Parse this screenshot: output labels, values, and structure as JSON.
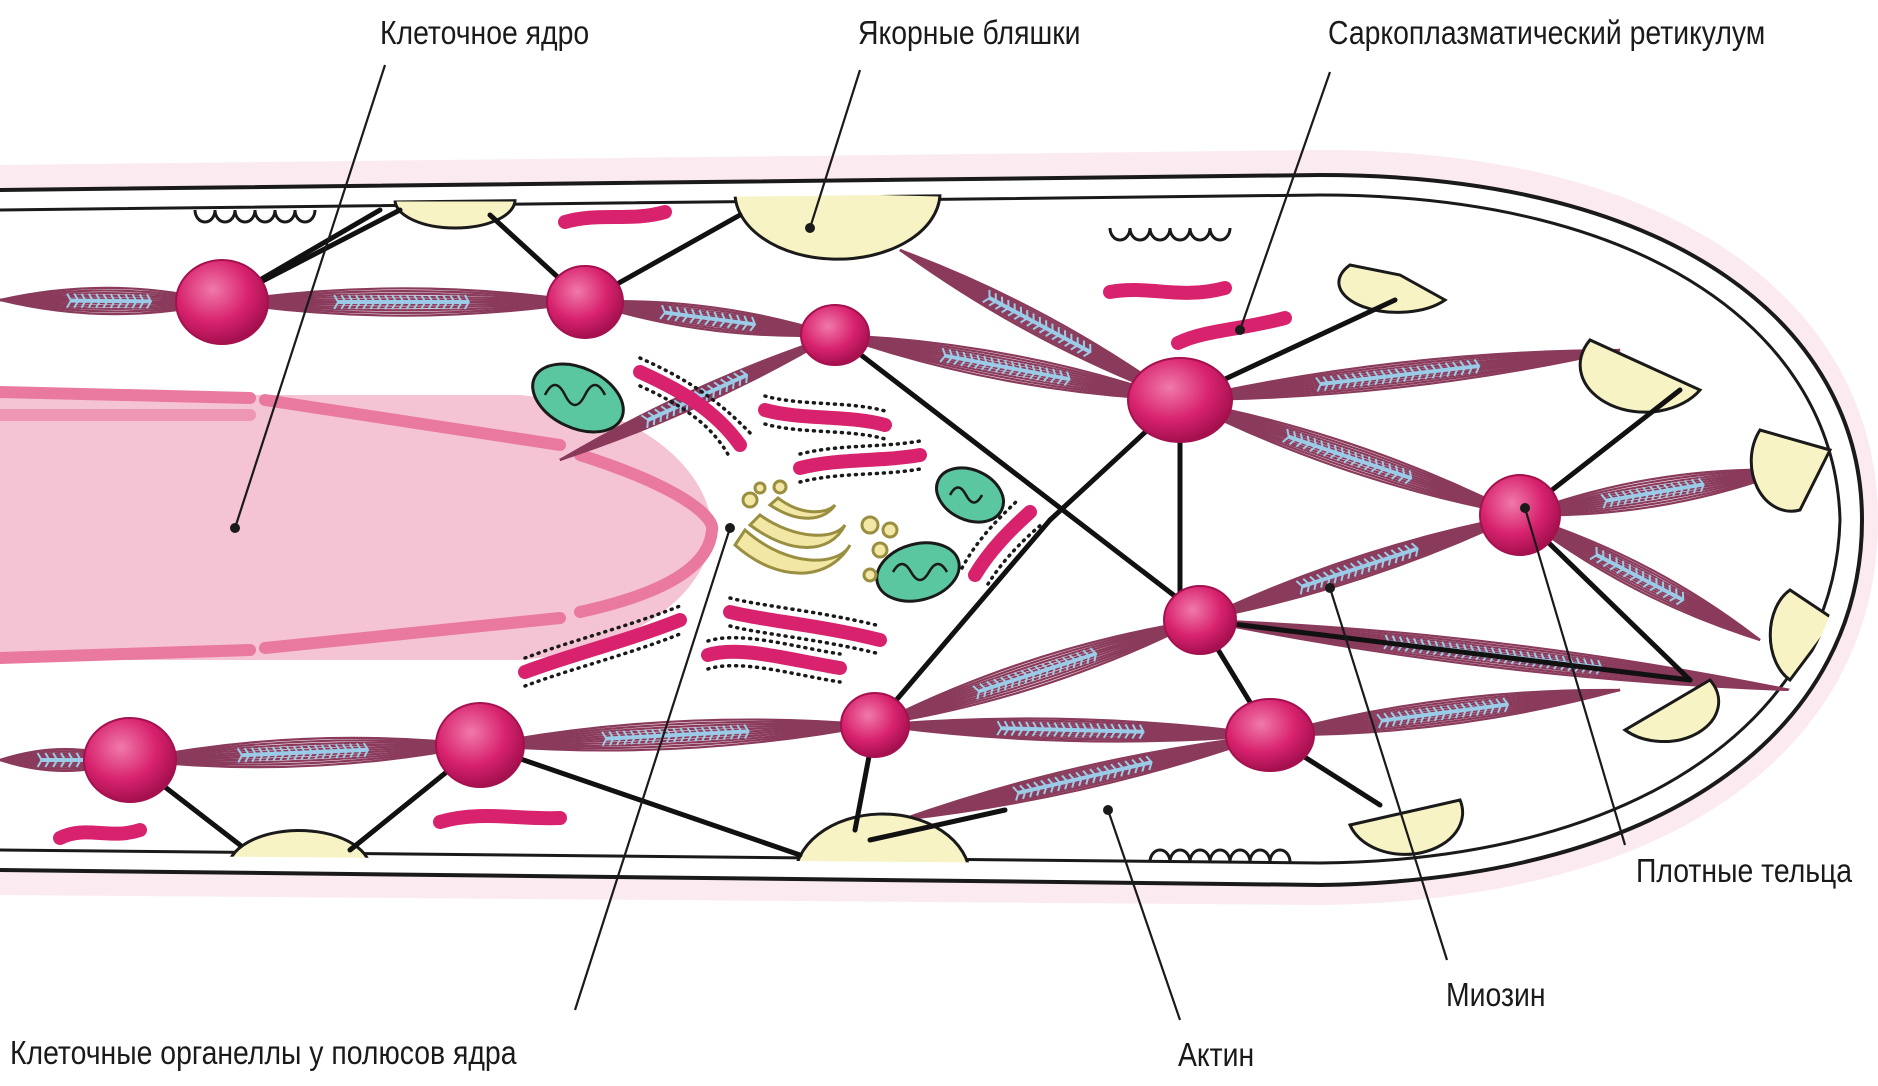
{
  "labels": {
    "nucleus": "Клеточное ядро",
    "anchor_plaques": "Якорные бляшки",
    "sarcoplasmic_reticulum": "Саркоплазматический ретикулум",
    "dense_bodies": "Плотные тельца",
    "myosin": "Миозин",
    "actin": "Актин",
    "organelles": "Клеточные органеллы у полюсов ядра"
  },
  "colors": {
    "cell_membrane": "#1a1a1a",
    "membrane_halo": "#f6d3df",
    "nucleus_fill": "#f4bfd1",
    "nucleus_envelope": "#e9799f",
    "dense_body": "#d8226e",
    "anchor_plaque": "#f7f3c4",
    "filament": "#8a3a5a",
    "myosin": "#9ccbe8",
    "reticulum": "#d8226e",
    "mitochondria": "#5bc7a0",
    "golgi": "#f3e7a6"
  }
}
